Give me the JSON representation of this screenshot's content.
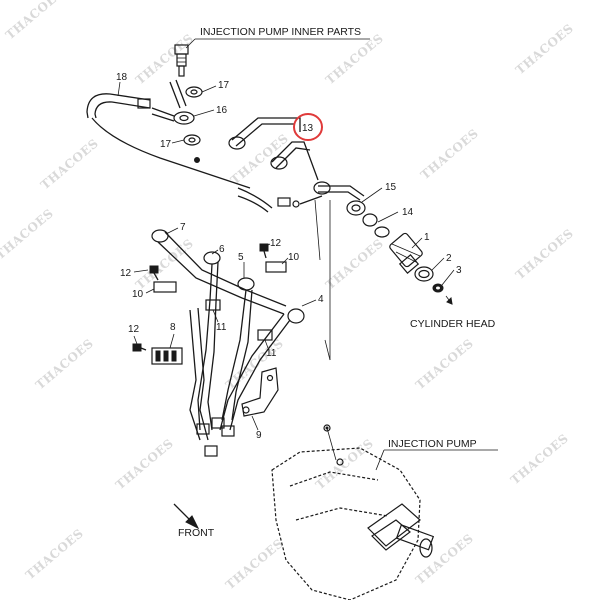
{
  "labels": {
    "inner_parts": "INJECTION PUMP INNER PARTS",
    "cylinder_head": "CYLINDER HEAD",
    "injection_pump": "INJECTION PUMP",
    "front": "FRONT"
  },
  "callouts": [
    "18",
    "17",
    "16",
    "17",
    "13",
    "15",
    "14",
    "1",
    "2",
    "3",
    "7",
    "6",
    "5",
    "12",
    "10",
    "12",
    "10",
    "4",
    "11",
    "12",
    "8",
    "11",
    "9"
  ],
  "highlight": {
    "callout": "13",
    "color": "#e03a3a"
  },
  "watermark": "THACOES",
  "colors": {
    "ink": "#1a1a1a",
    "watermark": "#d9d9d9",
    "highlight": "#e03a3a"
  }
}
